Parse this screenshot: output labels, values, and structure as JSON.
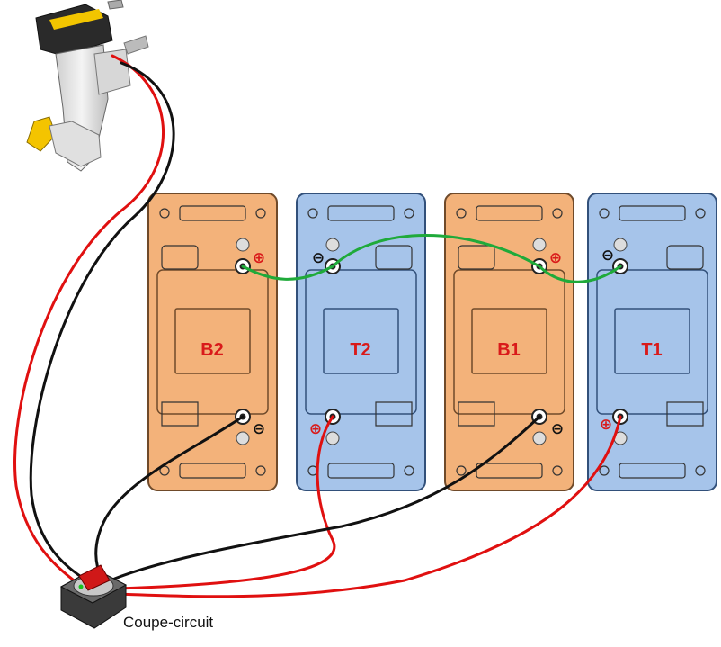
{
  "colors": {
    "orange_body": "#f3b27a",
    "orange_stroke": "#6f4a2a",
    "blue_body": "#a6c4ea",
    "blue_stroke": "#32507a",
    "label": "#d91a1a",
    "wire_red": "#e01010",
    "wire_black": "#111111",
    "wire_green": "#1faa3a"
  },
  "batteries": [
    {
      "id": "b2",
      "label": "B2",
      "type": "orange",
      "top_terminal": "⊕",
      "bottom_terminal": "⊖"
    },
    {
      "id": "t2",
      "label": "T2",
      "type": "blue",
      "top_terminal": "⊖",
      "bottom_terminal": "⊕"
    },
    {
      "id": "b1",
      "label": "B1",
      "type": "orange",
      "top_terminal": "⊕",
      "bottom_terminal": "⊖"
    },
    {
      "id": "t1",
      "label": "T1",
      "type": "blue",
      "top_terminal": "⊖",
      "bottom_terminal": "⊕"
    }
  ],
  "switch": {
    "caption": "Coupe-circuit",
    "icon": "battery-disconnect-switch-icon"
  },
  "motor": {
    "icon": "outboard-motor-icon"
  }
}
